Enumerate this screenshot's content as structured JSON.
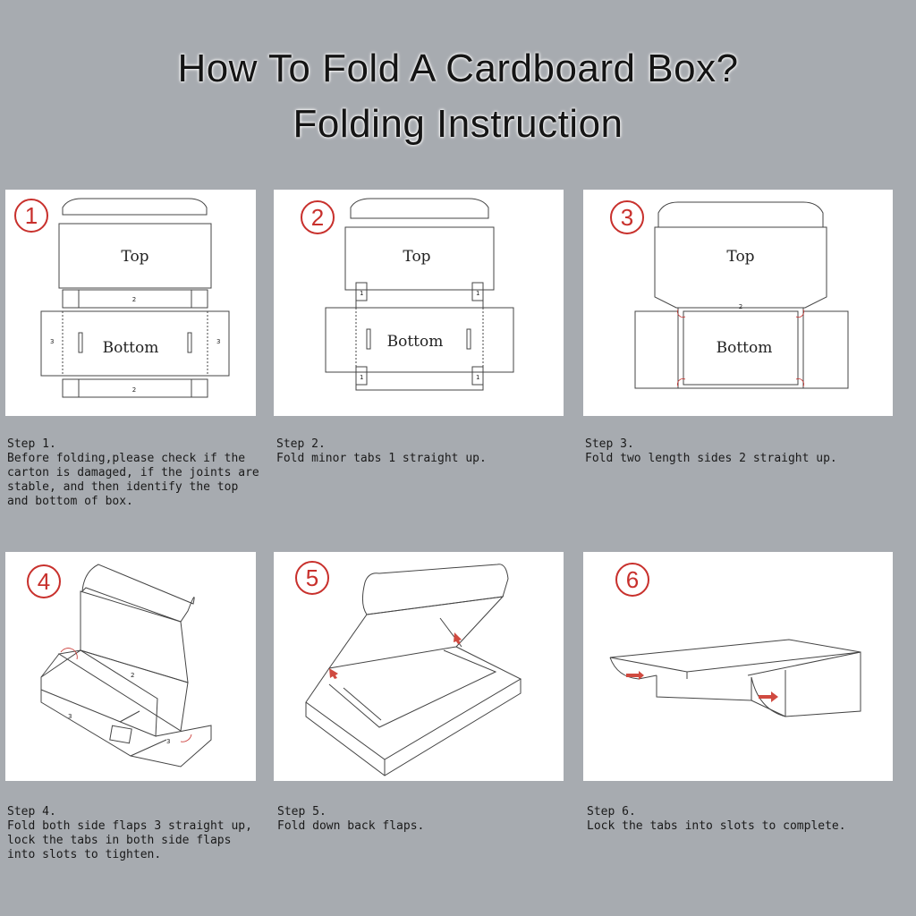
{
  "title_line1": "How To Fold A Cardboard Box?",
  "title_line2": "Folding Instruction",
  "labels": {
    "top": "Top",
    "bottom": "Bottom"
  },
  "accent_color": "#c8302c",
  "steps": [
    {
      "number": "1",
      "heading": "Step 1.",
      "text": "Before folding,please check if the\ncarton is damaged, if the joints are\nstable, and then identify the top\nand bottom of box."
    },
    {
      "number": "2",
      "heading": "Step 2.",
      "text": "Fold minor tabs 1 straight up."
    },
    {
      "number": "3",
      "heading": "Step 3.",
      "text": "Fold two length sides 2 straight up."
    },
    {
      "number": "4",
      "heading": "Step 4.",
      "text": "Fold both side flaps 3 straight up,\nlock the tabs in both side flaps\ninto slots to tighten."
    },
    {
      "number": "5",
      "heading": "Step 5.",
      "text": "Fold down back flaps."
    },
    {
      "number": "6",
      "heading": "Step 6.",
      "text": "Lock the tabs into slots to complete."
    }
  ],
  "flap_numbers": {
    "one": "1",
    "two": "2",
    "three": "3"
  }
}
